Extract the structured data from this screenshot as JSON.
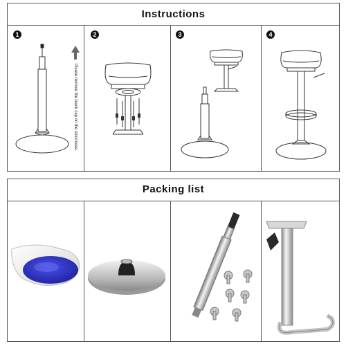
{
  "instructions": {
    "title": "Instructions",
    "steps": [
      {
        "number": "1",
        "note": "Please remove the black cap on the stool base."
      },
      {
        "number": "2"
      },
      {
        "number": "3"
      },
      {
        "number": "4"
      }
    ]
  },
  "packing_list": {
    "title": "Packing list",
    "items": [
      "seat-cushion",
      "round-base",
      "gas-cylinder-and-screws",
      "footrest-frame"
    ]
  },
  "colors": {
    "line": "#333333",
    "seat_blue": "#2a2fc9",
    "chrome": "#c8c8c8"
  }
}
